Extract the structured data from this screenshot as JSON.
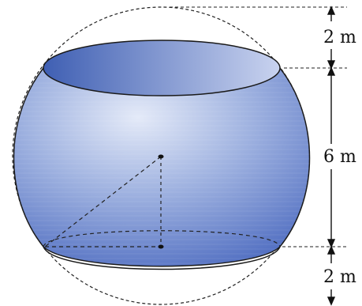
{
  "dimensions": [
    {
      "id": "top",
      "label": "2 m"
    },
    {
      "id": "middle",
      "label": "6 m"
    },
    {
      "id": "bottom",
      "label": "2 m"
    }
  ],
  "colors": {
    "body_light": "#dfe6f6",
    "body_dark": "#4a69bd",
    "rim_dark": "#3f5fb3",
    "rim_light": "#c6d1ee",
    "outline": "#1a1a1a",
    "dashed": "#222222"
  }
}
